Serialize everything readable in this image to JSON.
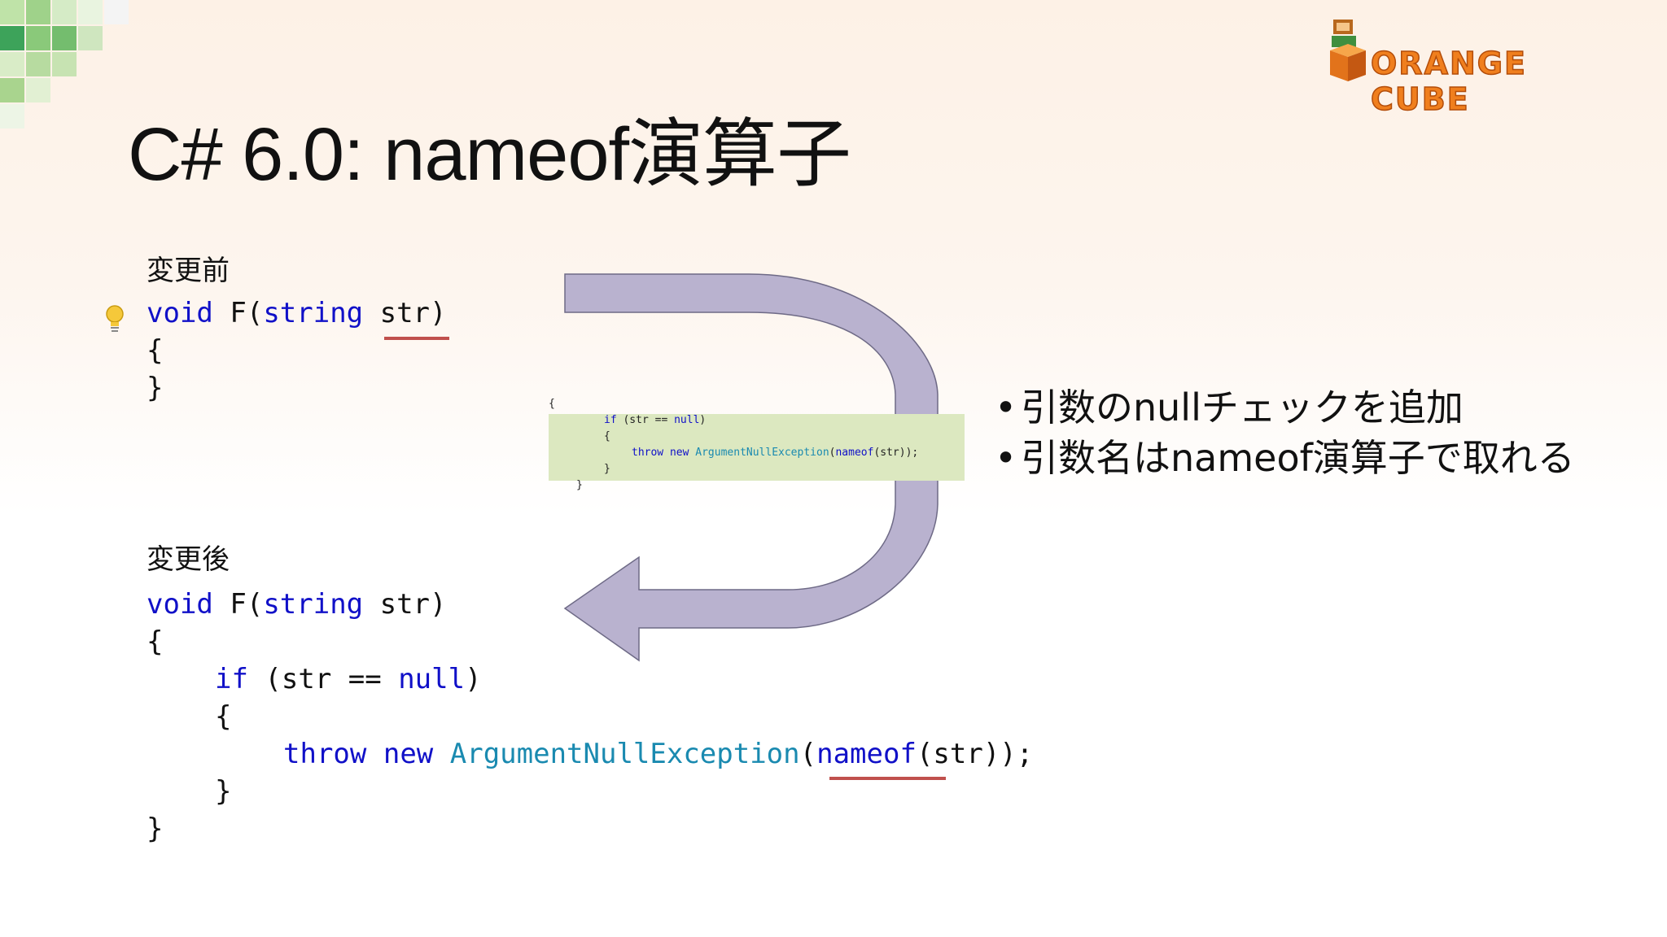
{
  "slide": {
    "title": "C# 6.0: nameof演算子",
    "logo_text": "ORANGE CUBE",
    "colors": {
      "keyword": "#1010c8",
      "type": "#1a8ab0",
      "underline": "#c0504d",
      "arrow_fill": "#b9b2cf",
      "logo": "#f07f1e",
      "snippet_band": "#dce8c0"
    }
  },
  "before": {
    "label": "変更前",
    "lines": {
      "sig_kw1": "void",
      "sig_mid": " F(",
      "sig_kw2": "string",
      "sig_end": " str)",
      "open": "{",
      "close": "}"
    },
    "icon": "lightbulb-icon"
  },
  "after": {
    "label": "変更後",
    "lines": {
      "sig_kw1": "void",
      "sig_mid": " F(",
      "sig_kw2": "string",
      "sig_end": " str)",
      "open": "{",
      "if_kw": "if",
      "if_mid": " (str == ",
      "if_null": "null",
      "if_end": ")",
      "inner_open": "{",
      "throw_kw": "throw",
      "new_kw": "new",
      "exception_type": "ArgumentNullException",
      "paren_open": "(",
      "nameof_kw": "nameof",
      "nameof_end": "(str));",
      "inner_close": "}",
      "close": "}"
    }
  },
  "snippet": {
    "l1": "{",
    "l2_kw": "if",
    "l2_mid": " (str == ",
    "l2_null": "null",
    "l2_end": ")",
    "l3": "{",
    "l4_throw": "throw",
    "l4_new": "new",
    "l4_type": "ArgumentNullException",
    "l4_nameof_open": "(",
    "l4_nameof": "nameof",
    "l4_end": "(str));",
    "l5": "}",
    "l6": "}"
  },
  "bullets": [
    "引数のnullチェックを追加",
    "引数名はnameof演算子で取れる"
  ]
}
